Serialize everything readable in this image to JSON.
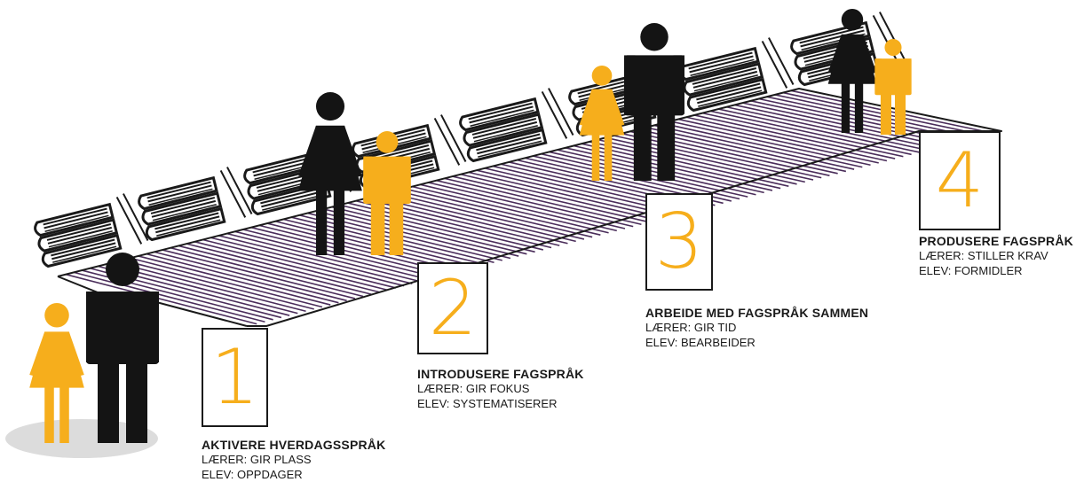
{
  "colors": {
    "teacher": "#141414",
    "student": "#f6ae1c",
    "accent_number": "#f6ae1c",
    "stripe": "#4a2d5a",
    "outline": "#1a1a1a",
    "shadow": "#dcdcdc"
  },
  "icons": {
    "teacher": "person-silhouette-icon",
    "student": "person-silhouette-icon",
    "books": "book-stack-icon"
  },
  "steps": [
    {
      "number": "1",
      "title": "AKTIVERE HVERDAGSSPRÅK",
      "teacher_line": "LÆRER: GIR PLASS",
      "student_line": "ELEV: OPPDAGER"
    },
    {
      "number": "2",
      "title": "INTRODUSERE FAGSPRÅK",
      "teacher_line": "LÆRER: GIR FOKUS",
      "student_line": "ELEV: SYSTEMATISERER"
    },
    {
      "number": "3",
      "title": "ARBEIDE MED FAGSPRÅK SAMMEN",
      "teacher_line": "LÆRER: GIR TID",
      "student_line": "ELEV: BEARBEIDER"
    },
    {
      "number": "4",
      "title": "PRODUSERE FAGSPRÅK",
      "teacher_line": "LÆRER: STILLER KRAV",
      "student_line": "ELEV: FORMIDLER"
    }
  ]
}
